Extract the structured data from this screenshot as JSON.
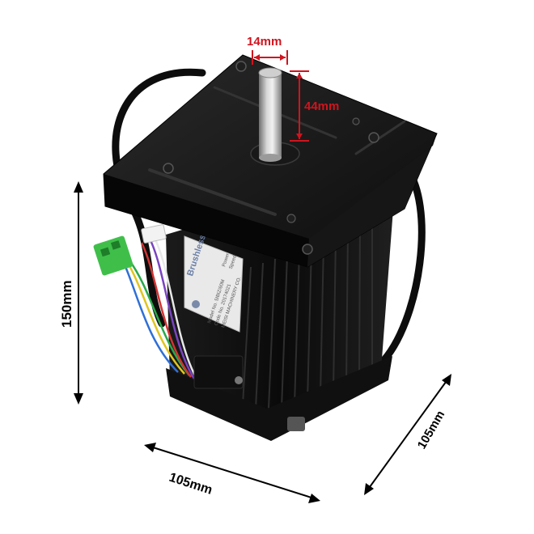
{
  "dimensions": {
    "shaft_diameter": "14mm",
    "shaft_length": "44mm",
    "height": "150mm",
    "width_front": "105mm",
    "width_side": "105mm"
  },
  "nameplate": {
    "line1": "Brushless Mo",
    "line2": "Model No.  5IBIZ/60M",
    "line3": "Code No.  20174021",
    "line4": "MEISI MACHINERY CO.",
    "line5": "Power",
    "line6": "Speed"
  },
  "colors": {
    "dimension_arrow": "#000000",
    "shaft_annotation": "#d0141e",
    "motor_body": "#121212",
    "connector": "#3fbf4a"
  }
}
